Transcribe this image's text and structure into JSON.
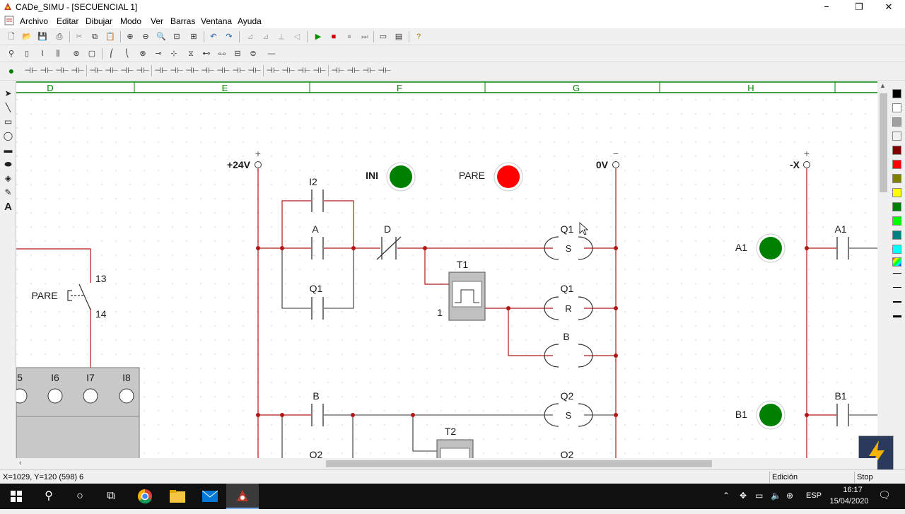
{
  "window": {
    "title": "CADe_SIMU - [SECUENCIAL 1]",
    "min": "−",
    "max": "❐",
    "close": "✕"
  },
  "menu": [
    "Archivo",
    "Editar",
    "Dibujar",
    "Modo",
    "Ver",
    "Barras",
    "Ventana",
    "Ayuda"
  ],
  "ruler": {
    "columns": [
      "D",
      "E",
      "F",
      "G",
      "H"
    ]
  },
  "diagram": {
    "supply": {
      "pos_label": "+24V",
      "neg_label": "0V",
      "x_label": "-X",
      "plus": "+",
      "minus": "−"
    },
    "pilots": {
      "ini": "INI",
      "pare": "PARE",
      "a1": "A1",
      "b1": "B1"
    },
    "contacts": {
      "i2": "I2",
      "a": "A",
      "q1": "Q1",
      "d": "D",
      "b": "B",
      "q2_low": "Q2",
      "a1": "A1",
      "b1": "B1"
    },
    "coils": {
      "q1_set": {
        "name": "Q1",
        "letter": "S"
      },
      "q1_reset": {
        "name": "Q1",
        "letter": "R"
      },
      "b": {
        "name": "B",
        "letter": ""
      },
      "q2_set": {
        "name": "Q2",
        "letter": "S"
      },
      "q2_low": {
        "name": "Q2"
      }
    },
    "timers": {
      "t1": "T1",
      "t1_input": "1",
      "t2": "T2"
    },
    "stop_button": {
      "label": "PARE",
      "pin_top": "13",
      "pin_bottom": "14"
    },
    "plc_inputs": [
      "5",
      "I6",
      "I7",
      "I8"
    ]
  },
  "status": {
    "coords": "X=1029, Y=120 (598) 6",
    "mode": "Edición",
    "sim": "Stop"
  },
  "taskbar": {
    "language": "ESP",
    "time": "16:17",
    "date": "15/04/2020"
  },
  "colors": {
    "wire": "#b01818",
    "pilot_green": "#008000",
    "pilot_red": "#ff0000",
    "ruler_line": "#008000"
  }
}
